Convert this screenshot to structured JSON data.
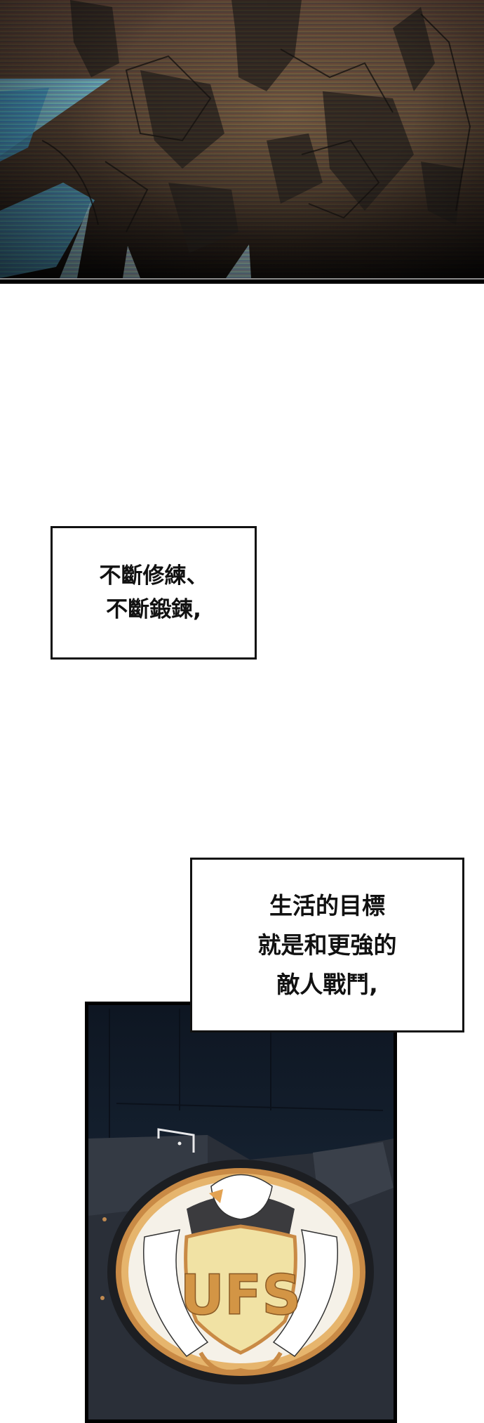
{
  "page": {
    "type": "webtoon-strip",
    "background_color": "#ffffff"
  },
  "panel_1": {
    "description": "Glitched scanline scene of shattered rubble with blue energy shards",
    "colors": {
      "base": "#5a4a3c",
      "scanline_red": "#8c3c3c",
      "scanline_green": "#96a046",
      "scanline_blue": "#28285a",
      "shard_blue": "#5bc0e8"
    }
  },
  "captions": [
    {
      "lines": [
        "不斷修練、",
        "不斷鍛鍊,"
      ]
    },
    {
      "lines": [
        "生活的目標",
        "就是和更強的",
        "敵人戰鬥,"
      ]
    }
  ],
  "panel_2": {
    "description": "Championship belt with eagle emblem",
    "belt_text": "UFS",
    "colors": {
      "background": "#131e2c",
      "gold": "#d9a35a",
      "plate": "#f3e6b0",
      "strap": "#2a2f38"
    }
  }
}
